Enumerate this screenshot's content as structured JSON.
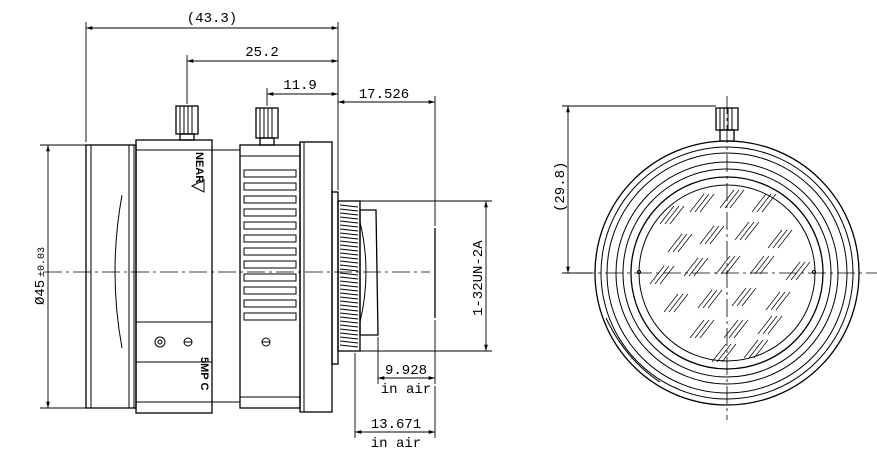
{
  "dimensions": {
    "overall_length": "(43.3)",
    "focus_ring_position": "25.2",
    "iris_ring_position": "11.9",
    "flange_back": "17.526",
    "diameter_main": "Ø45",
    "diameter_tolerance": "±0.03",
    "mount_thread": "1-32UN-2A",
    "back_focal_1": "9.928",
    "back_focal_1_note": "in air",
    "back_focal_2": "13.671",
    "back_focal_2_note": "in air",
    "front_height": "(29.8)"
  },
  "body_labels": {
    "focus_direction": "NEAR",
    "resolution_mount": "5MP C"
  }
}
